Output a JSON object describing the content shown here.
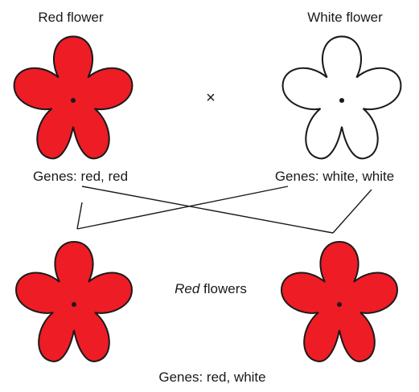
{
  "labels": {
    "parent_left_title": "Red flower",
    "parent_right_title": "White flower",
    "cross_symbol": "×",
    "parent_left_genes": "Genes: red, red",
    "parent_right_genes": "Genes: white, white",
    "offspring_color_word": "Red",
    "offspring_suffix": " flowers",
    "offspring_genes": "Genes: red, white"
  },
  "colors": {
    "red_flower_fill": "#ee1c25",
    "white_flower_fill": "#ffffff",
    "outline": "#1a1a1a"
  }
}
